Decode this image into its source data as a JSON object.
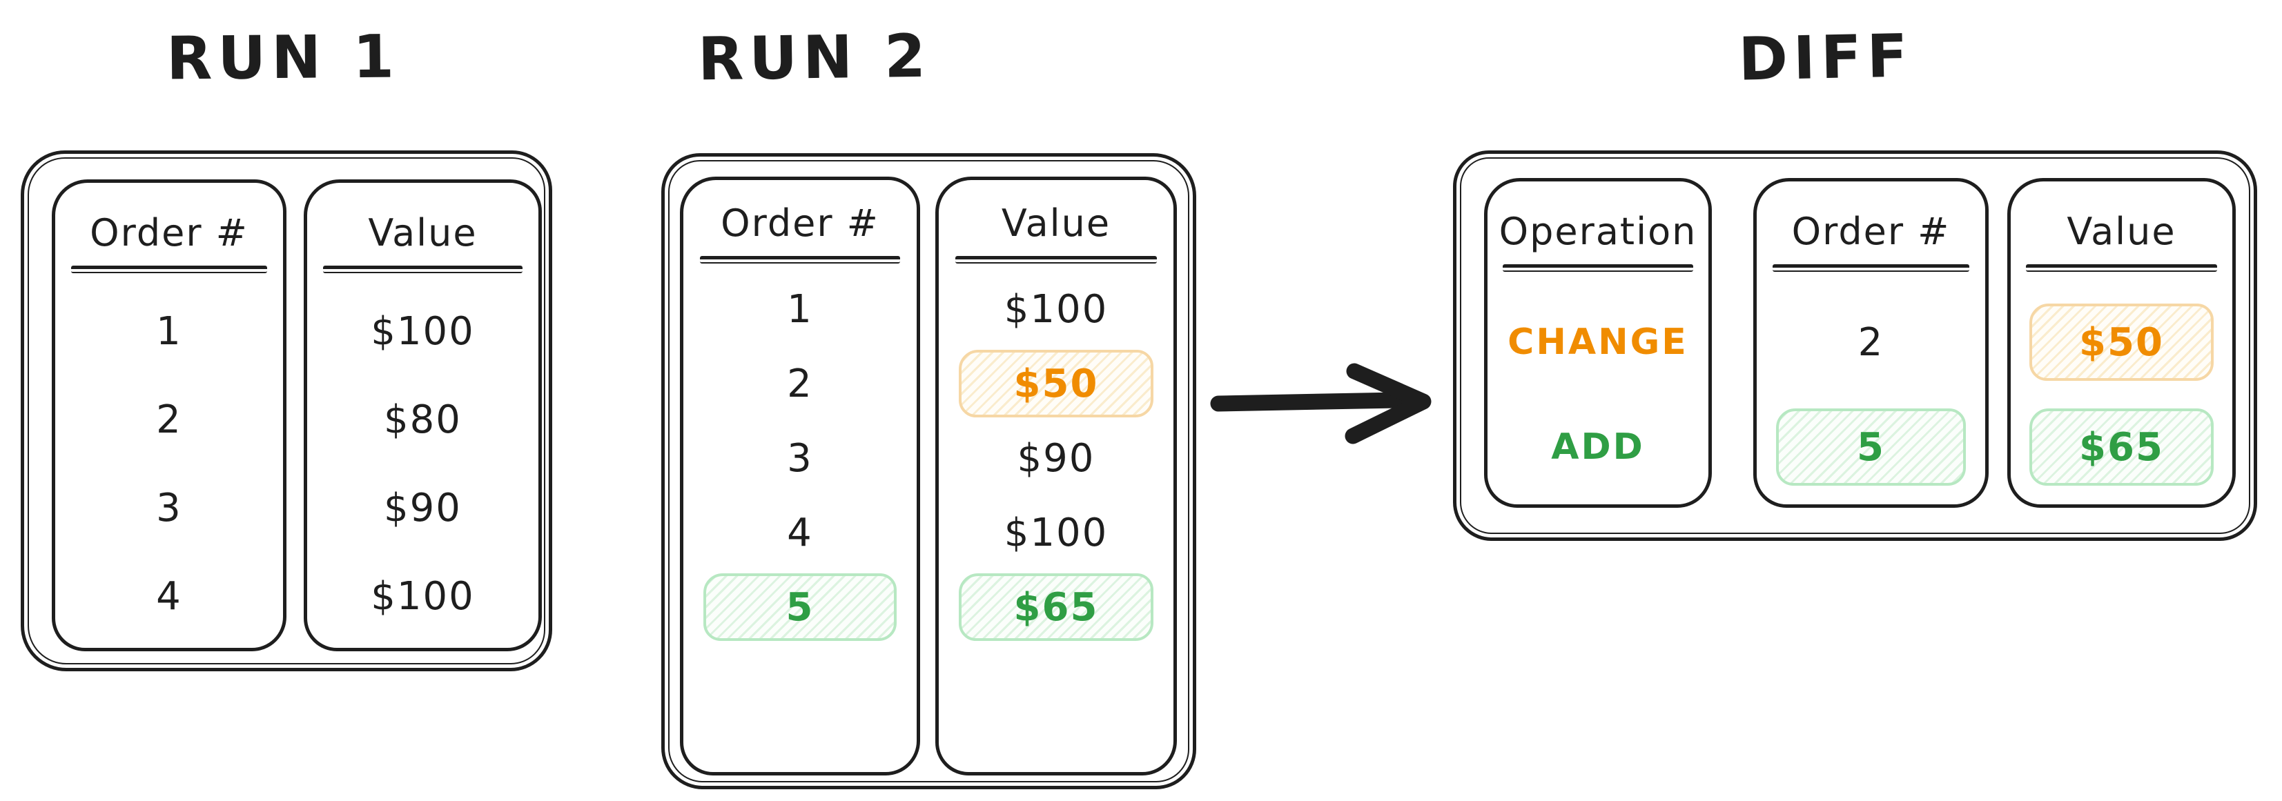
{
  "run1": {
    "title": "RUN 1",
    "columns": [
      {
        "header": "Order #",
        "cells": [
          "1",
          "2",
          "3",
          "4"
        ]
      },
      {
        "header": "Value",
        "cells": [
          "$100",
          "$80",
          "$90",
          "$100"
        ]
      }
    ]
  },
  "run2": {
    "title": "RUN 2",
    "columns": [
      {
        "header": "Order #",
        "cells": [
          "1",
          "2",
          "3",
          "4",
          "5"
        ]
      },
      {
        "header": "Value",
        "cells": [
          "$100",
          "$50",
          "$90",
          "$100",
          "$65"
        ]
      }
    ],
    "highlights": {
      "orange_cell": "$50 (Value row 2)",
      "green_cells": "5 (Order # row 5), $65 (Value row 5)"
    }
  },
  "diff": {
    "title": "DIFF",
    "columns": [
      {
        "header": "Operation",
        "cells": [
          "CHANGE",
          "ADD"
        ]
      },
      {
        "header": "Order #",
        "cells": [
          "2",
          "5"
        ]
      },
      {
        "header": "Value",
        "cells": [
          "$50",
          "$65"
        ]
      }
    ]
  },
  "colors": {
    "ink": "#1e1e1e",
    "orange_text": "#f08c00",
    "orange_cell_border": "#f6d7a5",
    "orange_cell_hatch": "#faeccd",
    "green_text": "#2f9e44",
    "green_cell_border": "#b7e8c2",
    "green_cell_hatch": "#dcf3e0"
  }
}
